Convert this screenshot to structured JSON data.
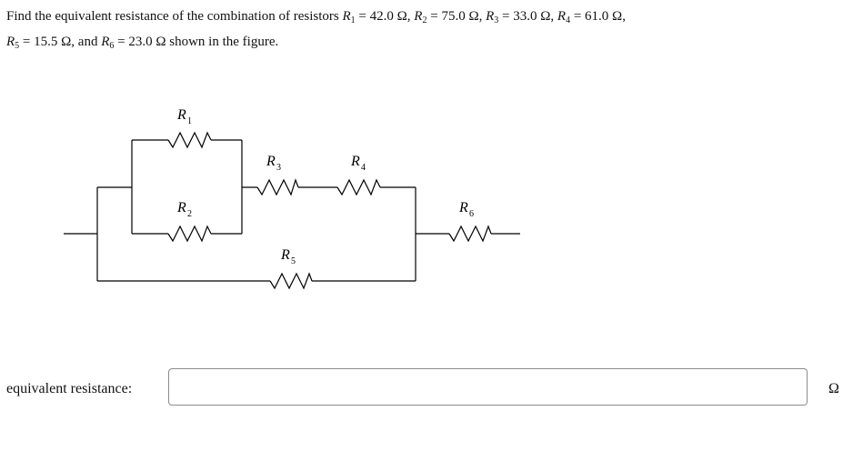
{
  "question": {
    "prefix": "Find the equivalent resistance of the combination of resistors ",
    "resistors": [
      {
        "symbol": "R",
        "sub": "1",
        "value": "42.0 Ω"
      },
      {
        "symbol": "R",
        "sub": "2",
        "value": "75.0 Ω"
      },
      {
        "symbol": "R",
        "sub": "3",
        "value": "33.0 Ω"
      },
      {
        "symbol": "R",
        "sub": "4",
        "value": "61.0 Ω"
      },
      {
        "symbol": "R",
        "sub": "5",
        "value": "15.5 Ω"
      },
      {
        "symbol": "R",
        "sub": "6",
        "value": "23.0 Ω"
      }
    ],
    "eq": " = ",
    "sep": ", ",
    "and_sep": ", and ",
    "suffix": " shown in the figure."
  },
  "figure": {
    "labels": [
      {
        "symbol": "R",
        "sub": "1"
      },
      {
        "symbol": "R",
        "sub": "2"
      },
      {
        "symbol": "R",
        "sub": "3"
      },
      {
        "symbol": "R",
        "sub": "4"
      },
      {
        "symbol": "R",
        "sub": "5"
      },
      {
        "symbol": "R",
        "sub": "6"
      }
    ]
  },
  "answer": {
    "label": "equivalent resistance:",
    "value": "",
    "placeholder": "",
    "unit": "Ω"
  }
}
